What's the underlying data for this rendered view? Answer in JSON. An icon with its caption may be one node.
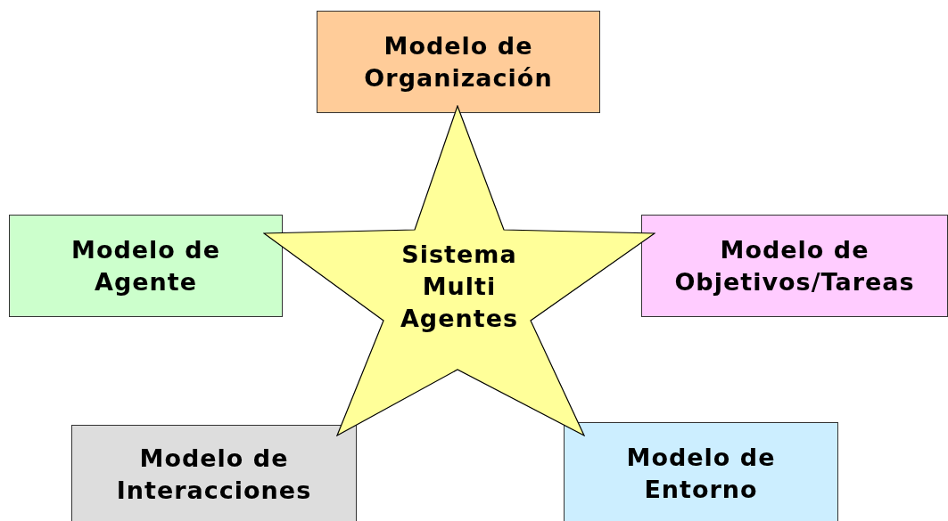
{
  "diagram": {
    "nodes": [
      {
        "text": [
          "Modelo de Organización"
        ]
      },
      {
        "text": [
          "Modelo de Agente"
        ]
      },
      {
        "text": [
          "Sistema Multi Agentes"
        ]
      },
      {
        "text": [
          "Modelo de Objetivos/Tareas"
        ]
      },
      {
        "text": [
          "Modelo de Interacciones"
        ]
      },
      {
        "text": [
          "Modelo de Entorno"
        ]
      }
    ]
  }
}
